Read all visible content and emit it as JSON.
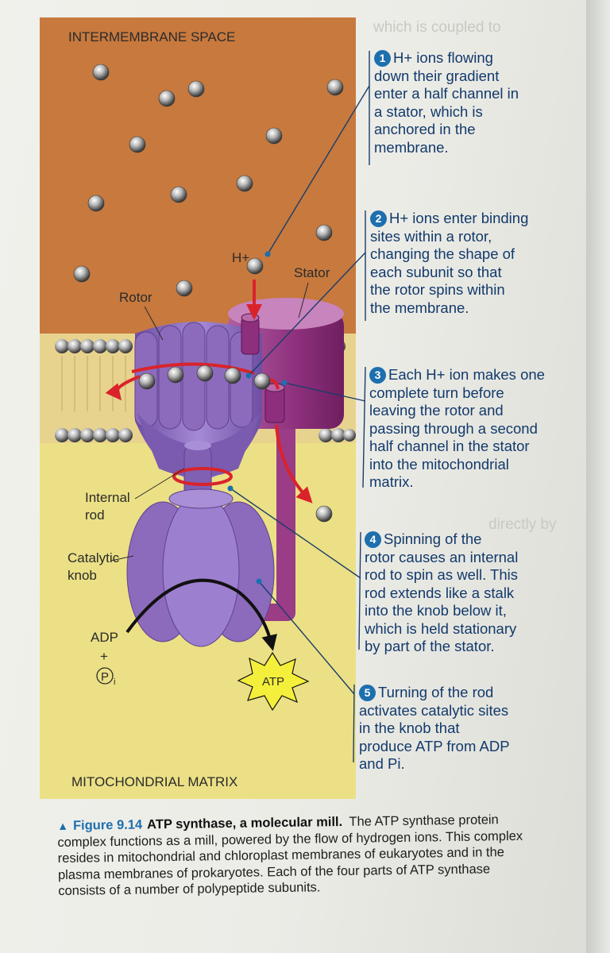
{
  "figure": {
    "labels": {
      "intermembrane_space": "INTERMEMBRANE SPACE",
      "mitochondrial_matrix": "MITOCHONDRIAL MATRIX",
      "h_plus": "H+",
      "stator": "Stator",
      "rotor": "Rotor",
      "internal_rod_1": "Internal",
      "internal_rod_2": "rod",
      "catalytic_knob_1": "Catalytic",
      "catalytic_knob_2": "knob",
      "adp": "ADP",
      "plus": "+",
      "pi": "P",
      "pi_sub": "i",
      "atp": "ATP"
    },
    "steps": [
      {
        "num": "1",
        "lines": [
          "H+ ions flowing",
          "down their gradient",
          "enter a half channel in",
          "a stator, which is",
          "anchored in the",
          "membrane."
        ]
      },
      {
        "num": "2",
        "lines": [
          "H+ ions enter binding",
          "sites within a rotor,",
          "changing the shape of",
          "each subunit so that",
          "the rotor spins within",
          "the membrane."
        ]
      },
      {
        "num": "3",
        "lines": [
          "Each H+ ion makes one",
          "complete turn before",
          "leaving the rotor and",
          "passing through a second",
          "half channel in the stator",
          "into the mitochondrial",
          "matrix."
        ]
      },
      {
        "num": "4",
        "lines": [
          "Spinning of the",
          "rotor causes an internal",
          "rod to spin as well. This",
          "rod extends like a stalk",
          "into the knob below it,",
          "which is held stationary",
          "by part of the stator."
        ]
      },
      {
        "num": "5",
        "lines": [
          "Turning of the rod",
          "activates catalytic sites",
          "in the knob that",
          "produce ATP from ADP",
          "and Pi."
        ]
      }
    ]
  },
  "caption": {
    "figure_number": "Figure 9.14",
    "title": "ATP synthase, a molecular mill.",
    "body": "The ATP synthase protein complex functions as a mill, powered by the flow of hydrogen ions. This complex resides in mitochondrial and chloroplast membranes of eukaryotes and in the plasma membranes of prokaryotes. Each of the four parts of ATP synthase consists of a number of polypeptide subunits."
  },
  "colors": {
    "intermembrane": "#c7793e",
    "membrane": "#e8d38e",
    "matrix": "#ebe085",
    "rotor": "#8c6bbc",
    "stator": "#9a3d86",
    "arrow": "#d9232b",
    "callout_text": "#123a6b",
    "step_badge": "#1d6fae"
  }
}
